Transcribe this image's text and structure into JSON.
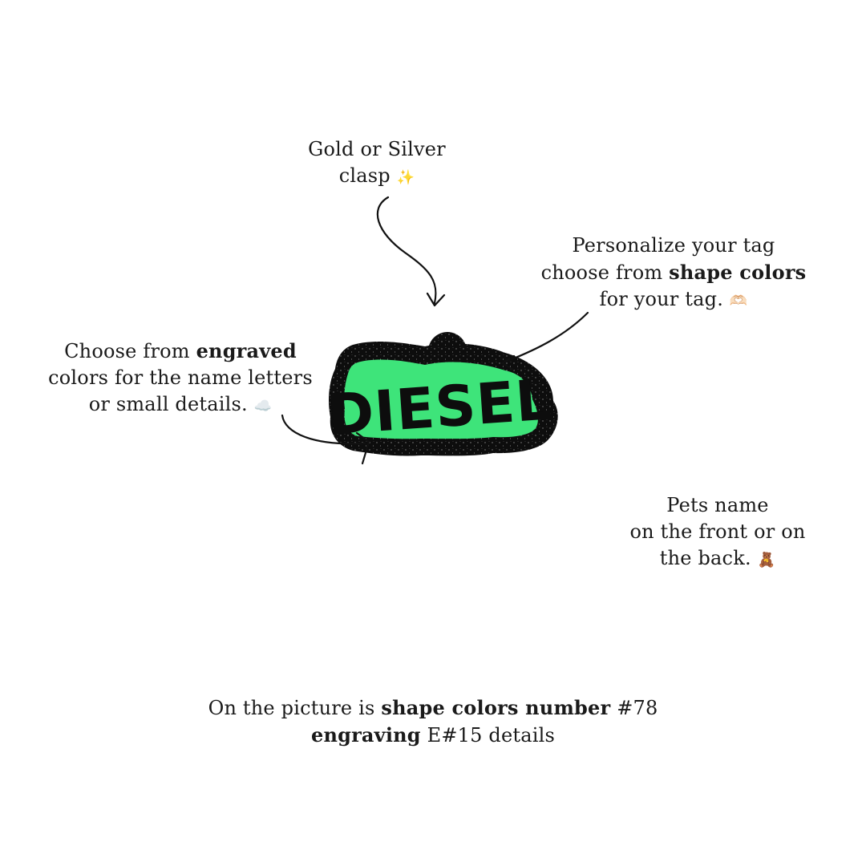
{
  "notes": {
    "clasp": {
      "line1": "Gold or Silver",
      "line2": "clasp",
      "emoji": "✨"
    },
    "shape": {
      "line1": "Personalize your tag",
      "line2_prefix": "choose from ",
      "line2_bold": "shape colors",
      "line3": "for your tag.",
      "emoji": "🫶🏻"
    },
    "engraved": {
      "line1_prefix": "Choose from ",
      "line1_bold": "engraved",
      "line2": "colors for the name letters",
      "line3": "or small details.",
      "emoji": "☁️"
    },
    "name": {
      "line1": "Pets name",
      "line2": "on the front or on",
      "line3": "the back.",
      "emoji": "🧸"
    },
    "bottom": {
      "line1_prefix": "On the picture is ",
      "line1_bold": "shape colors number",
      "line1_suffix": " #78",
      "line2_bold": "engraving",
      "line2_suffix": " E#15 details"
    }
  },
  "tag": {
    "name_text": "DIESEL",
    "colors": {
      "shape": "#0d0d0d",
      "engraving": "#3ee47a"
    }
  }
}
